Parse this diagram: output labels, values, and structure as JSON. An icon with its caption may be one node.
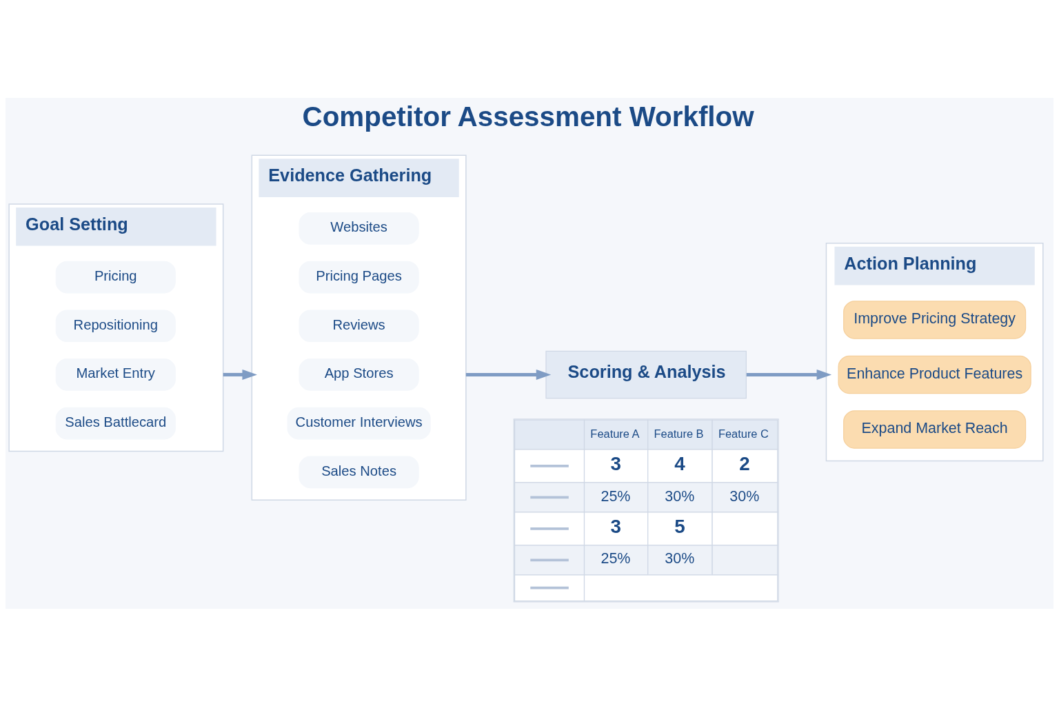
{
  "diagram": {
    "title": "Competitor Assessment Workflow",
    "nodes": [
      {
        "text": [
          "Goal Setting"
        ]
      },
      {
        "text": [
          "Pricing"
        ],
        "in": 0
      },
      {
        "text": [
          "Repositioning"
        ],
        "in": 0
      },
      {
        "text": [
          "Market Entry"
        ],
        "in": 0
      },
      {
        "text": [
          "Sales Battlecard"
        ],
        "in": 0
      },
      {
        "text": [
          "Evidence Gathering"
        ]
      },
      {
        "text": [
          "Websites"
        ],
        "in": 5
      },
      {
        "text": [
          "Pricing Pages"
        ],
        "in": 5
      },
      {
        "text": [
          "Reviews"
        ],
        "in": 5
      },
      {
        "text": [
          "App Stores"
        ],
        "in": 5
      },
      {
        "text": [
          "Customer Interviews"
        ],
        "in": 5
      },
      {
        "text": [
          "Sales Notes"
        ],
        "in": 5
      },
      {
        "text": [
          "Scoring & Analysis"
        ]
      },
      {
        "text": [
          "Action Planning"
        ]
      },
      {
        "text": [
          "Improve Pricing Strategy"
        ],
        "in": 13
      },
      {
        "text": [
          "Enhance Product Features"
        ],
        "in": 13
      },
      {
        "text": [
          "Expand Market Reach"
        ],
        "in": 13
      }
    ],
    "edges": [
      {
        "from": 0,
        "to": 5,
        "arrow": "to"
      },
      {
        "from": 5,
        "to": 12,
        "arrow": "to"
      },
      {
        "from": 12,
        "to": 13,
        "arrow": "to"
      }
    ],
    "labels": [
      "Feature A",
      "Feature B",
      "Feature C",
      "3",
      "4",
      "2",
      "25%",
      "30%",
      "30%",
      "3",
      "5",
      "25%",
      "30%"
    ]
  }
}
